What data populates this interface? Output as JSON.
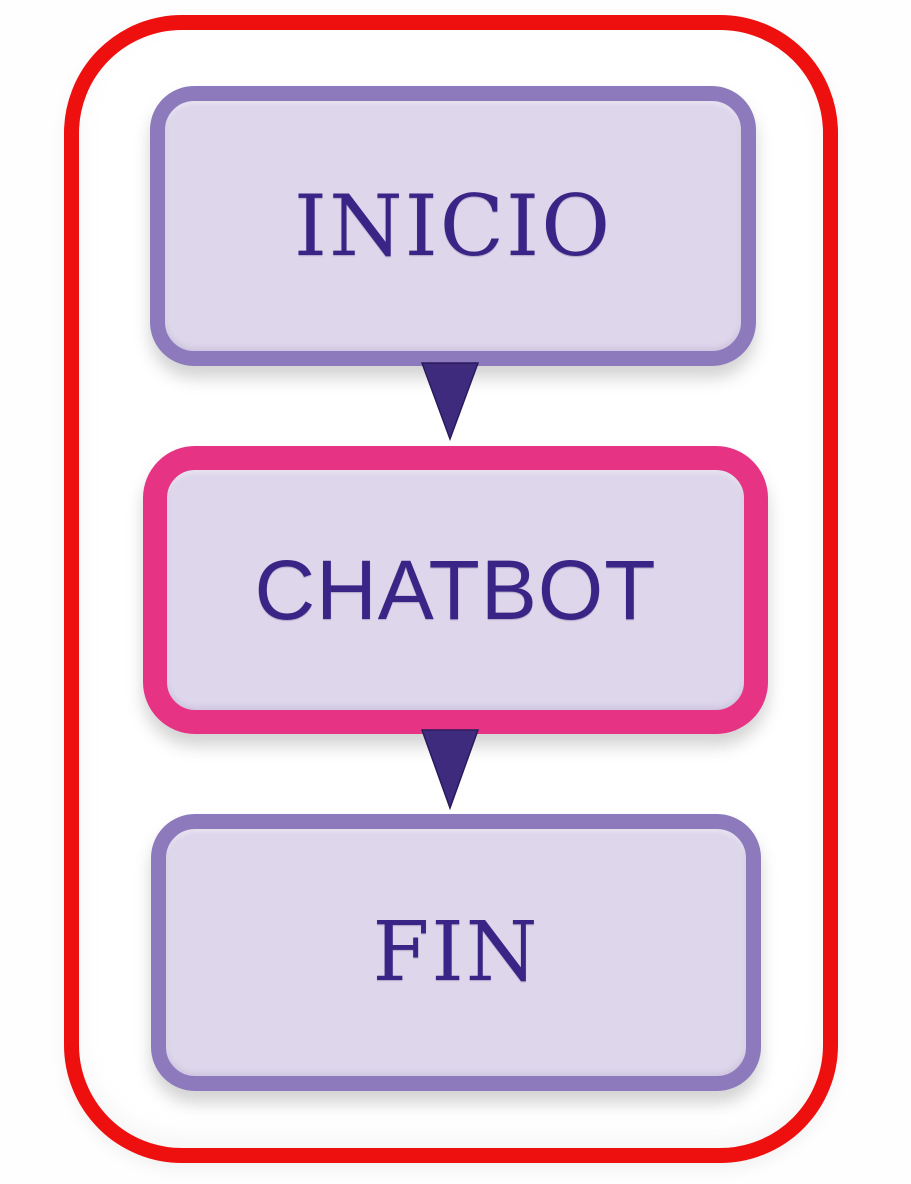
{
  "page": {
    "background_color": "#ffffff"
  },
  "frame": {
    "border_color": "#ee0f0f",
    "fill_color": "#ffffff"
  },
  "diagram": {
    "type": "flowchart",
    "direction": "top-to-bottom",
    "node_fill_color": "#ded7eb",
    "node_text_color": "#3a2586",
    "arrow_color": "#3e2b7e",
    "arrow_edge_color": "#2a1a5e",
    "nodes": [
      {
        "id": "inicio",
        "label": "INICIO",
        "shape": "rounded-rectangle",
        "border_color": "#8c7abd",
        "fill_color": "#ded7eb",
        "text_color": "#3a2586"
      },
      {
        "id": "chatbot",
        "label": "CHATBOT",
        "shape": "rounded-rectangle",
        "border_color": "#e63384",
        "fill_color": "#ded7eb",
        "text_color": "#3a2586"
      },
      {
        "id": "fin",
        "label": "FIN",
        "shape": "rounded-rectangle",
        "border_color": "#8c7abd",
        "fill_color": "#ded7eb",
        "text_color": "#3a2586"
      }
    ],
    "connectors": [
      {
        "from": "inicio",
        "to": "chatbot",
        "style": "solid-triangle-down",
        "color": "#3e2b7e"
      },
      {
        "from": "chatbot",
        "to": "fin",
        "style": "solid-triangle-down",
        "color": "#3e2b7e"
      }
    ]
  }
}
